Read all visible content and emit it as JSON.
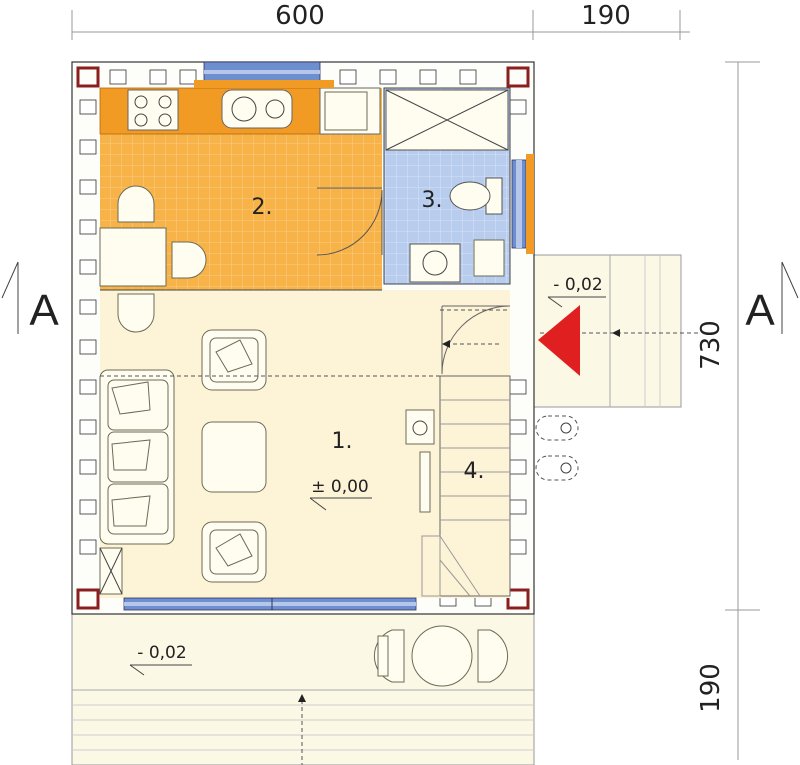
{
  "dimensions": {
    "top_left": "600",
    "top_right": "190",
    "right_upper": "730",
    "right_lower": "190"
  },
  "section_marks": {
    "left": "A",
    "right": "A"
  },
  "rooms": [
    {
      "label": "1."
    },
    {
      "label": "2."
    },
    {
      "label": "3."
    },
    {
      "label": "4."
    }
  ],
  "levels": {
    "main_floor": "± 0,00",
    "entrance": "- 0,02",
    "terrace": "- 0,02"
  },
  "colors": {
    "living": "#fdf3d6",
    "kitchen": "#f7b347",
    "kitchen_counter": "#f19a24",
    "bathroom": "#b8ccee",
    "window_blue": "#6d8fd0",
    "entrance_arrow": "#e02020",
    "wall_outline": "#333333",
    "terrace": "#fbf8e6"
  },
  "icons": {
    "entrance": "red-triangle-entrance-arrow"
  }
}
